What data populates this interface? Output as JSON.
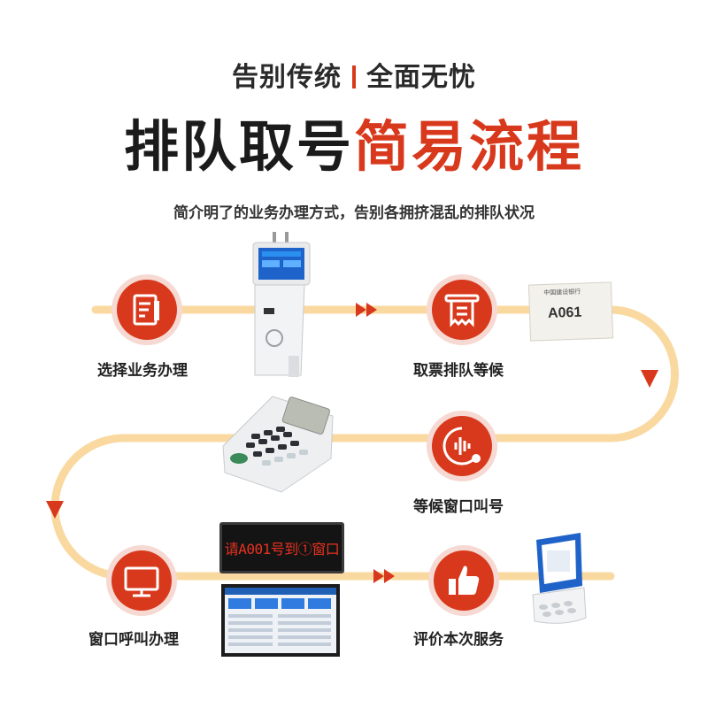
{
  "header": {
    "tagline_left": "告别传统",
    "tagline_right": "全面无忧",
    "headline_dark": "排队取号",
    "headline_red": "简易流程",
    "subtitle": "简介明了的业务办理方式，告别各拥挤混乱的排队状况"
  },
  "steps": [
    {
      "label": "选择业务办理",
      "icon": "form-edit-icon"
    },
    {
      "label": "取票排队等候",
      "icon": "receipt-ticket-icon"
    },
    {
      "label": "等候窗口叫号",
      "icon": "voice-call-icon"
    },
    {
      "label": "窗口呼叫办理",
      "icon": "monitor-icon"
    },
    {
      "label": "评价本次服务",
      "icon": "thumbs-up-icon"
    }
  ],
  "ticket": {
    "bank": "中国建设银行",
    "number": "A061"
  },
  "led_display": {
    "text": "请A001号到①窗口"
  },
  "colors": {
    "accent": "#d8391c",
    "path": "#f9d9a0",
    "halo": "#f6d9d2"
  }
}
